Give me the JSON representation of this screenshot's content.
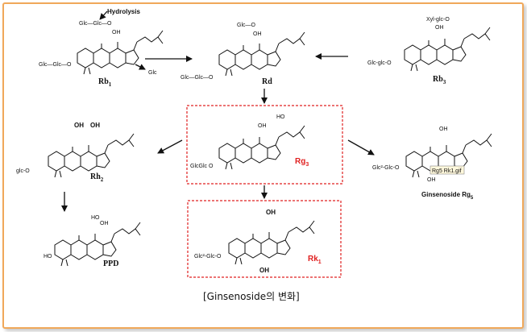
{
  "annotations": {
    "hydrolysis": "Hydrolysis"
  },
  "compounds": {
    "rb1": {
      "name": "Rb",
      "sub": "1"
    },
    "rd": {
      "name": "Rd"
    },
    "rb3": {
      "name": "Rb",
      "sub": "3"
    },
    "rh2": {
      "name": "Rh",
      "sub": "2"
    },
    "ppd": {
      "name": "PPD"
    },
    "rg3": {
      "name": "Rg",
      "sub": "3"
    },
    "rk1": {
      "name": "Rk",
      "sub": "1"
    },
    "rg5": {
      "name": "Ginsenoside Rg",
      "sub": "5"
    }
  },
  "atom_labels": {
    "rb1_left": "Glc—Glc—O",
    "rb1_top": "Glc—Glc—O",
    "rb1_oh": "OH",
    "glc": "Glc",
    "rd_left": "Glc—Glc—O",
    "rd_top": "Glc—O",
    "rd_oh": "OH",
    "rb3_left": "Glc-glc-O",
    "rb3_top": "Xyl-glc-O",
    "rb3_oh": "OH",
    "rg3_left": "GlcGlc O",
    "rg3_oh1": "HO",
    "rg3_oh2": "OH",
    "rh2_left": "glc-O",
    "rh2_oh1": "OH",
    "rh2_oh2": "OH",
    "ppd_left": "HO",
    "ppd_oh1": "HO",
    "ppd_oh2": "OH",
    "rk1_left": "Glc²-Glc-O",
    "rk1_oh1": "OH",
    "rk1_oh2": "OH",
    "rg5_left": "Glc²-Glc-O",
    "rg5_oh1": "OH",
    "rg5_oh2": "OH",
    "rg5_tag": "Rg5 Rk1.gif"
  },
  "caption": "[Ginsenoside의 변화]",
  "colors": {
    "border": "#f0a85a",
    "highlight": "#e02020"
  }
}
